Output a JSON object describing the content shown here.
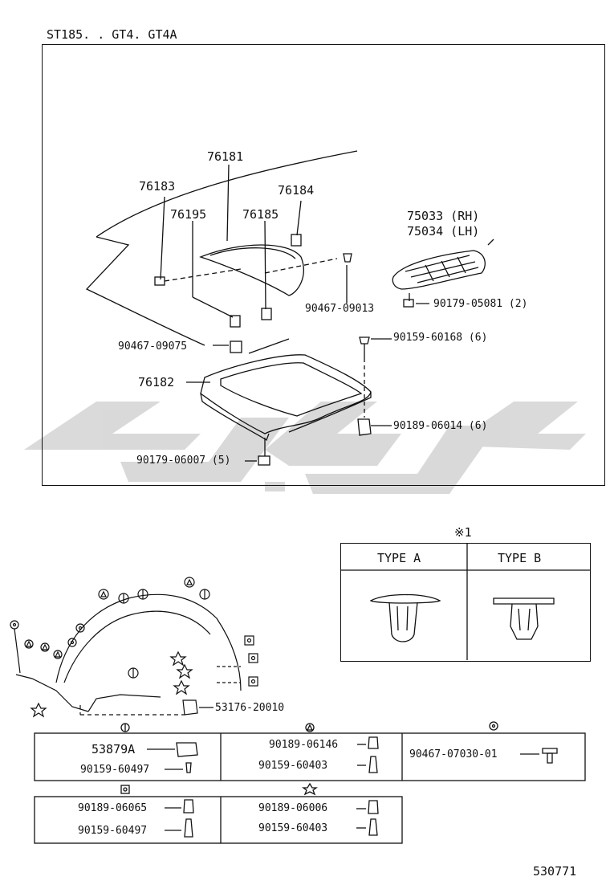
{
  "header": {
    "model_codes": "ST185. . GT4. GT4A"
  },
  "top_diagram": {
    "parts": {
      "p76181": "76181",
      "p76183": "76183",
      "p76184": "76184",
      "p76195": "76195",
      "p76185": "76185",
      "p75033": "75033 (RH)",
      "p75034": "75034 (LH)",
      "p90467_09013": "90467-09013",
      "p90179_05081": "90179-05081 (2)",
      "p90467_09075": "90467-09075",
      "p90159_60168": "90159-60168 (6)",
      "p76182": "76182",
      "p90189_06014": "90189-06014 (6)",
      "p90179_06007": "90179-06007 (5)"
    }
  },
  "clip_types": {
    "note": "※1",
    "type_a": "TYPE  A",
    "type_b": "TYPE  B"
  },
  "fender": {
    "p53176": "53176-20010"
  },
  "legend": {
    "circle_line": {
      "p53879a": "53879A",
      "p90159_60497": "90159-60497"
    },
    "circle_triangle": {
      "p90189_06146": "90189-06146",
      "p90159_60403": "90159-60403"
    },
    "circle_dot": {
      "p90467_07030": "90467-07030-01"
    },
    "square_dot": {
      "p90189_06065": "90189-06065",
      "p90159_60497": "90159-60497"
    },
    "star": {
      "p90189_06006": "90189-06006",
      "p90159_60403": "90159-60403"
    }
  },
  "footer": {
    "diagram_number": "530771"
  },
  "colors": {
    "line": "#111111",
    "watermark": "#d0d0d0"
  }
}
